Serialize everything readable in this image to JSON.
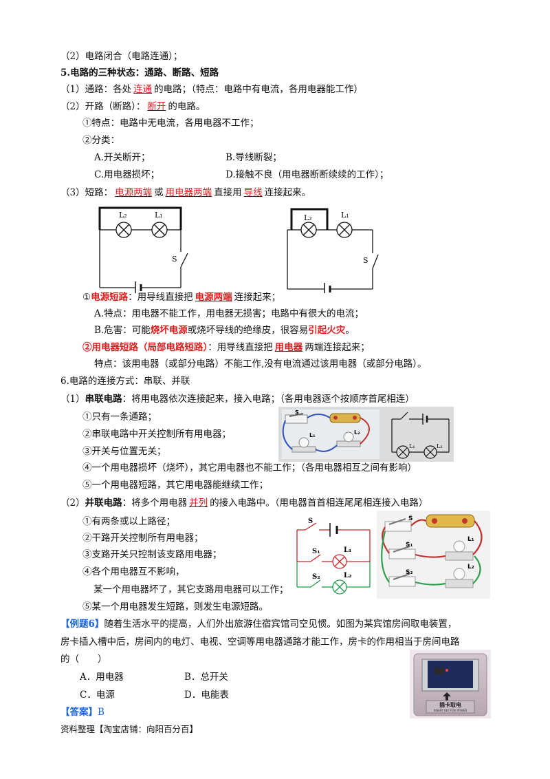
{
  "lines": {
    "l1": "（2）电路闭合（电路连通）；",
    "l2": "5.电路的三种状态：通路、断路、短路",
    "l3_a": "（1）通路：各处",
    "l3_ans": "连通",
    "l3_b": "的电路；（特点：电路中有电流，各用电器能工作）",
    "l4_a": "（2）开路（断路）：",
    "l4_ans": "断开",
    "l4_b": "的电路。",
    "l5": "①特点：电路中无电流，各用电器不工作；",
    "l6": "②分类：",
    "l7a": "A.开关断开；",
    "l7b": "B.导线断裂；",
    "l8a": "C.用电器损坏；",
    "l8b": "D.接触不良（用电器断断续续的工作）；",
    "l9_a": "（3）短路：",
    "l9_ans1": "电源两端",
    "l9_or": "或",
    "l9_ans2": "用电器两端",
    "l9_mid": "直接用",
    "l9_ans3": "导线",
    "l9_b": "连接起来。",
    "l10_pre": "①",
    "l10_red": "电源短路",
    "l10_a": "：用导线直接把",
    "l10_ans": "电源两端",
    "l10_b": "连接起来；",
    "l11": "A.特点：用电器不能工作，用电器无损害；电路中有很大的电流；",
    "l12_a": "B.危害：可能",
    "l12_red1": "烧坏电源",
    "l12_b": "或烧坏导线的绝缘皮，很容易",
    "l12_red2": "引起火灾",
    "l12_c": "。",
    "l13_red": "②用电器短路（局部电路短路）",
    "l13_a": "：用导线直接把",
    "l13_ans": "用电器",
    "l13_b": "两端连接起来；",
    "l14": "特点：该用电器（或部分电路）不能工作,没有电流通过该用电器（或部分电路）。",
    "l15": "6.电路的连接方式：串联、并联",
    "l16_a": "（1）",
    "l16_b": "串联电路",
    "l16_c": "：将用电器依次连接起来，接入电路；（各用电器逐个按顺序首尾相连）",
    "l17": "①只有一条通路；",
    "l18": "②串联电路中开关控制所有用电器；",
    "l19": "③开关与位置无关；",
    "l20": "④一个用电器损坏（烧坏），其它用电器也不能工作；（各用电器相互之间有影响）",
    "l21": "⑤一个用电器短路，其它用电器能继续工作；",
    "l22_a": "（2）",
    "l22_b": "并联电路",
    "l22_c": "：将多个用电器",
    "l22_ans": "并列",
    "l22_d": "的接入电路中。（用电器首首相连尾尾相连接入电路）",
    "l23": "①有两条或以上路径；",
    "l24": "②干路开关控制所有用电器；",
    "l25": "③支路开关只控制该支路用电器；",
    "l26": "④各个用电器互不影响，",
    "l27": "某一个用电器坏了，其它支路用电器可以工作；",
    "l28": "⑤某一个用电器发生短路，则发生电源短路。",
    "l29_tag": "【例题6】",
    "l29": "随着生活水平的提高，人们外出旅游住宿宾馆司空见惯。如图为某宾馆房间取电装置，",
    "l30": "房卡插入槽中后，房间内的电灯、电视、空调等用电器通路才能工作，房卡的作用相当于房间电路",
    "l31": "的（　　）",
    "optA": "A．用电器",
    "optB": "B．总开关",
    "optC": "C．电源",
    "optD": "D．电能表",
    "ans_tag": "【答案】",
    "ans_val": "B",
    "footer": "资料整理【淘宝店铺：向阳百分百】"
  },
  "figures": {
    "L1": "L₁",
    "L2": "L₂",
    "S": "S",
    "S1": "S₁",
    "S2": "S₂",
    "card_label": "插卡取电",
    "card_sub": "INSERT KEY FOR POWER"
  },
  "colors": {
    "accent_red": "#e02020",
    "blue": "#1a66d9",
    "green": "#1c9c4a"
  }
}
